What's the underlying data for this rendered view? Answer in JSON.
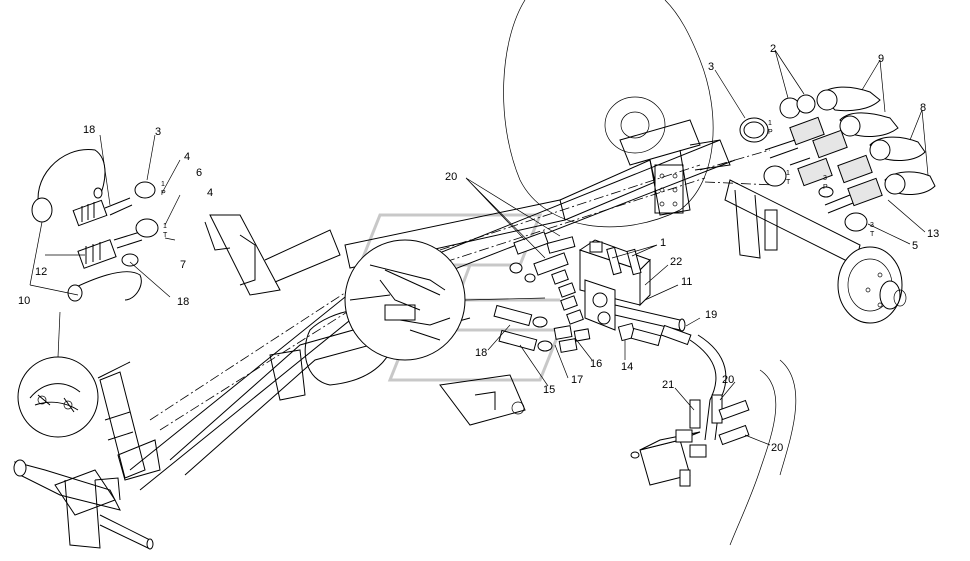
{
  "diagram": {
    "callouts": [
      {
        "id": "c18a",
        "text": "18"
      },
      {
        "id": "c3a",
        "text": "3"
      },
      {
        "id": "c4a",
        "text": "4"
      },
      {
        "id": "c6",
        "text": "6"
      },
      {
        "id": "c4b",
        "text": "4"
      },
      {
        "id": "c7",
        "text": "7"
      },
      {
        "id": "c12",
        "text": "12"
      },
      {
        "id": "c10",
        "text": "10"
      },
      {
        "id": "c18b",
        "text": "18"
      },
      {
        "id": "c20a",
        "text": "20"
      },
      {
        "id": "c1",
        "text": "1"
      },
      {
        "id": "c22",
        "text": "22"
      },
      {
        "id": "c11",
        "text": "11"
      },
      {
        "id": "c19",
        "text": "19"
      },
      {
        "id": "c18c",
        "text": "18"
      },
      {
        "id": "c16",
        "text": "16"
      },
      {
        "id": "c17",
        "text": "17"
      },
      {
        "id": "c15",
        "text": "15"
      },
      {
        "id": "c14",
        "text": "14"
      },
      {
        "id": "c21",
        "text": "21"
      },
      {
        "id": "c20b",
        "text": "20"
      },
      {
        "id": "c20c",
        "text": "20"
      },
      {
        "id": "c3b",
        "text": "3"
      },
      {
        "id": "c2",
        "text": "2"
      },
      {
        "id": "c9",
        "text": "9"
      },
      {
        "id": "c8",
        "text": "8"
      },
      {
        "id": "c13",
        "text": "13"
      },
      {
        "id": "c5",
        "text": "5"
      }
    ],
    "port_marks": {
      "one": "1",
      "p": "P",
      "t": "T",
      "three": "3"
    }
  }
}
